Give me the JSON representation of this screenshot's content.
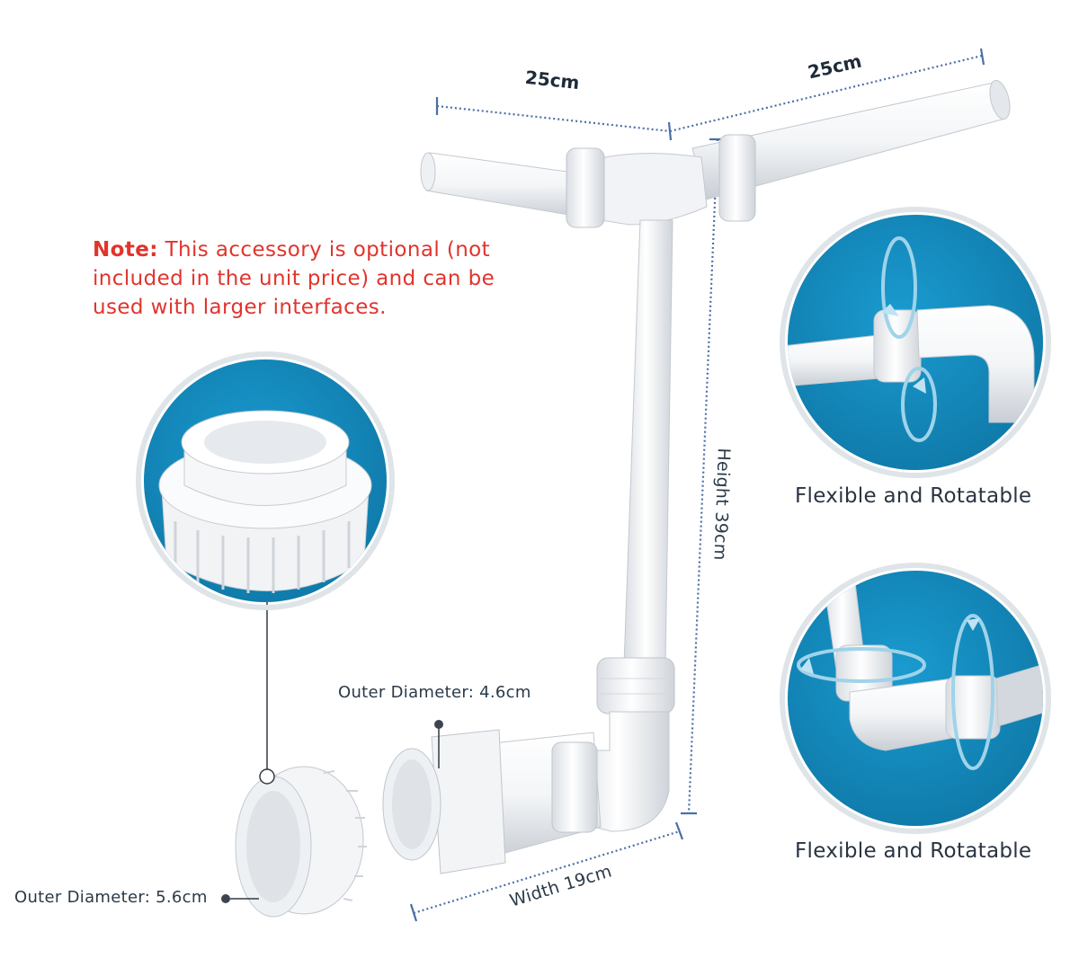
{
  "dimensions": {
    "top_left": "25cm",
    "top_right": "25cm",
    "height": "Height 39cm",
    "width": "Width 19cm"
  },
  "note": {
    "prefix": "Note:",
    "text": "This accessory is optional (not included in the unit price) and can be used with larger interfaces."
  },
  "labels": {
    "outer_diameter_small": "Outer Diameter: 4.6cm",
    "outer_diameter_large": "Outer Diameter: 5.6cm"
  },
  "features": [
    {
      "caption": "Flexible and Rotatable"
    },
    {
      "caption": "Flexible and Rotatable"
    }
  ],
  "colors": {
    "circle_blue": "#1487b8",
    "dim_line": "#4a6fa5",
    "note_red": "#e0342d",
    "pipe_white": "#f4f6f8"
  }
}
